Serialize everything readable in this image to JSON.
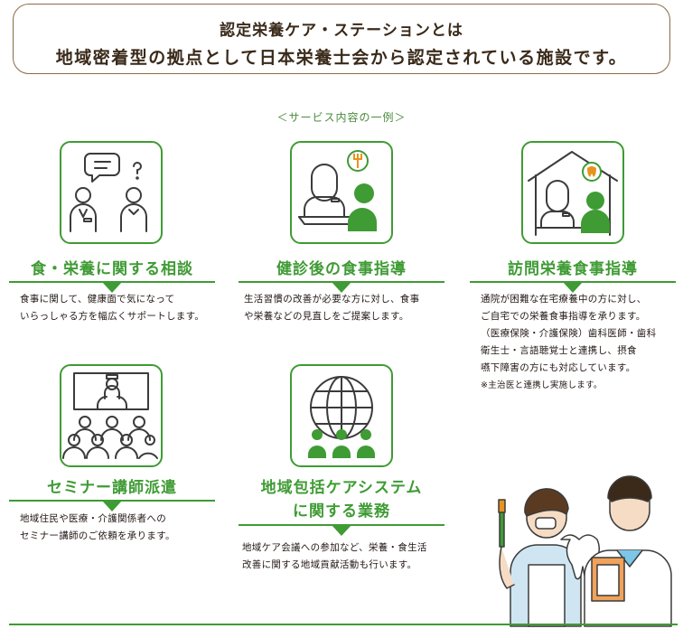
{
  "header": {
    "line1": "認定栄養ケア・ステーションとは",
    "line2": "地域密着型の拠点として日本栄養士会から認定されている施設です。"
  },
  "caption": "＜サービス内容の一例＞",
  "services": [
    {
      "title": "食・栄養に関する相談",
      "desc": [
        "食事に関して、健康面で気になって",
        "いらっしゃる方を幅広くサポートします。"
      ],
      "icon": "consultation-icon"
    },
    {
      "title": "健診後の食事指導",
      "desc": [
        "生活習慣の改善が必要な方に対し、食事",
        "や栄養などの見直しをご提案します。"
      ],
      "icon": "meal-guidance-icon"
    },
    {
      "title": "訪問栄養食事指導",
      "desc": [
        "通院が困難な在宅療養中の方に対し、",
        "ご自宅での栄養食事指導を承ります。",
        "（医療保険・介護保険）歯科医師・歯科",
        "衛生士・言語聴覚士と連携し、摂食",
        "嚥下障害の方にも対応しています。"
      ],
      "note": "※主治医と連携し実施します。",
      "icon": "home-visit-icon"
    },
    {
      "title": "セミナー講師派遣",
      "desc": [
        "地域住民や医療・介護関係者への",
        "セミナー講師のご依頼を承ります。"
      ],
      "icon": "seminar-icon"
    },
    {
      "title_line1": "地域包括ケアシステム",
      "title_line2": "に関する業務",
      "desc": [
        "地域ケア会議への参加など、栄養・食生活",
        "改善に関する地域貢献活動も行います。"
      ],
      "icon": "community-care-icon"
    }
  ],
  "colors": {
    "accent": "#3f9b34",
    "header_border": "#8a6b47",
    "text": "#231815"
  }
}
